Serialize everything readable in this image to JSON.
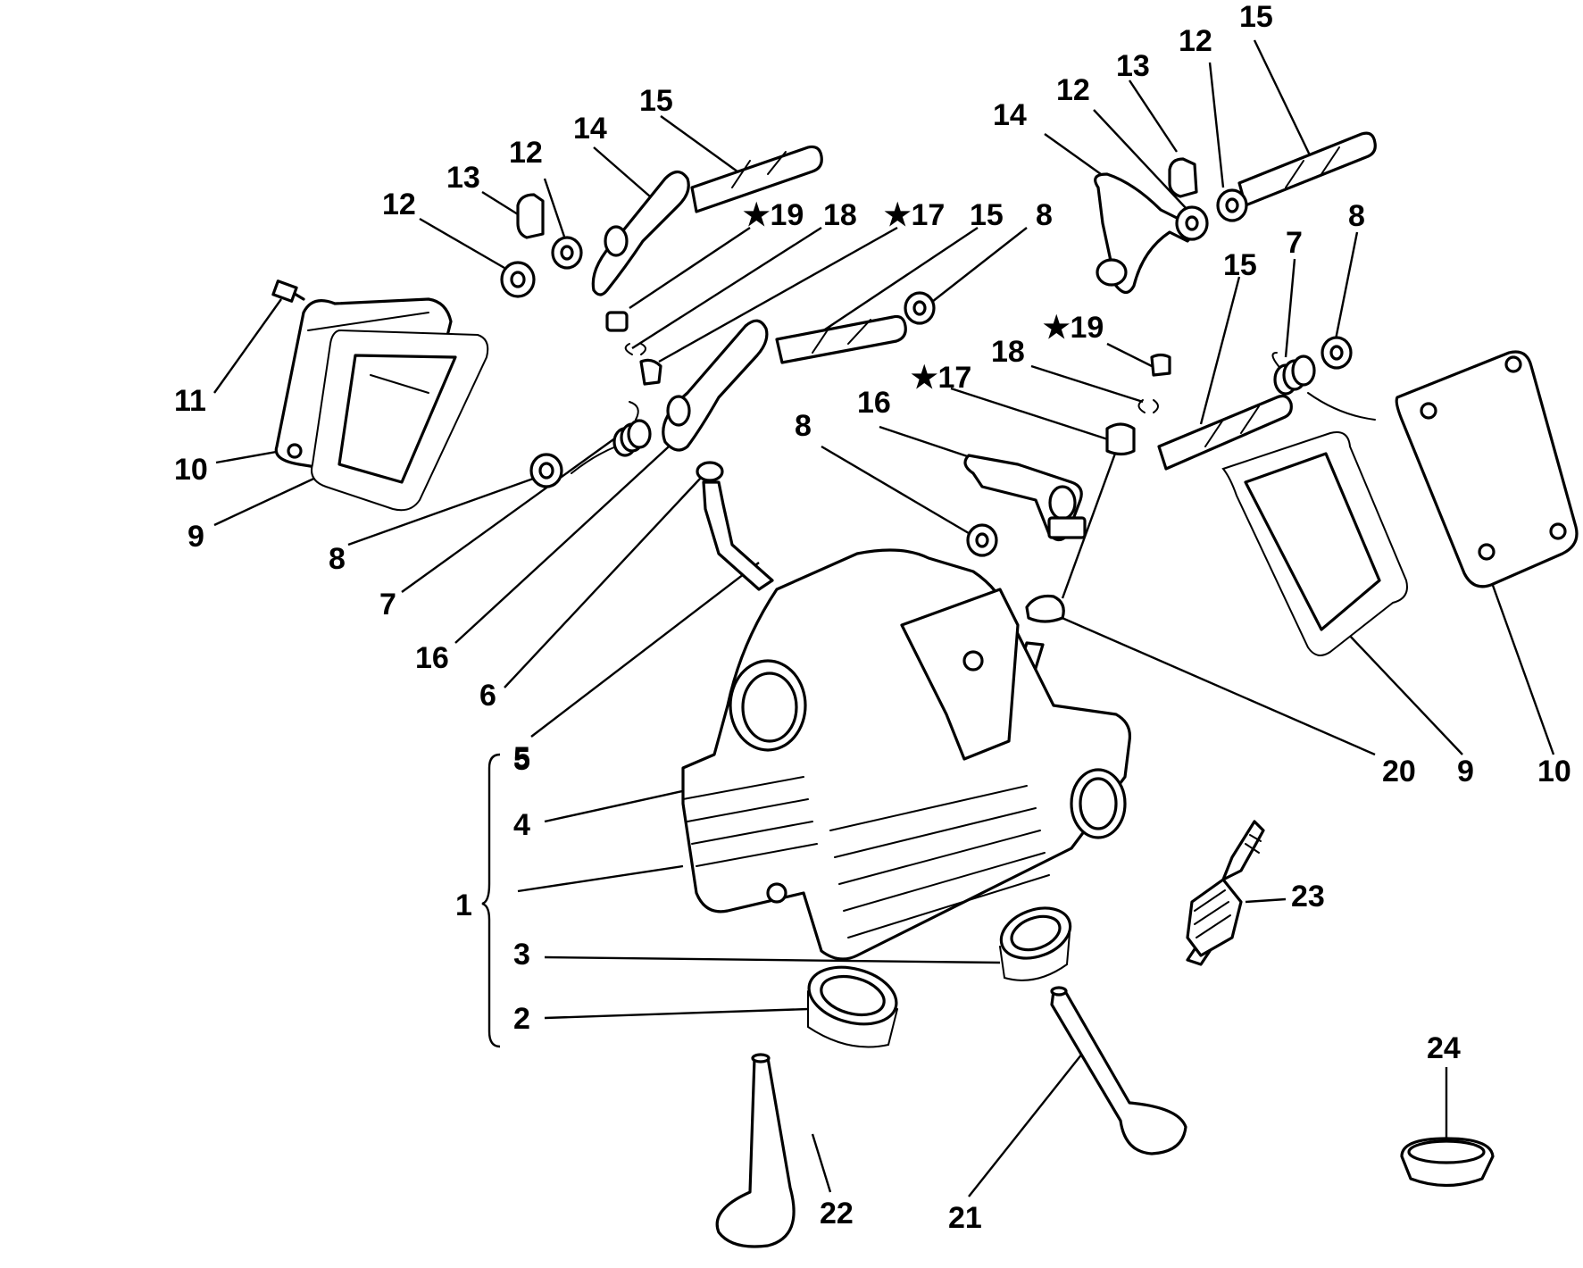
{
  "diagram": {
    "callouts": [
      {
        "id": "c12a",
        "text": "12"
      },
      {
        "id": "c13a",
        "text": "13"
      },
      {
        "id": "c12b",
        "text": "12"
      },
      {
        "id": "c14a",
        "text": "14"
      },
      {
        "id": "c15a",
        "text": "15"
      },
      {
        "id": "c19a",
        "text": "★19"
      },
      {
        "id": "c18a",
        "text": "18"
      },
      {
        "id": "c17a",
        "text": "★17"
      },
      {
        "id": "c15b",
        "text": "15"
      },
      {
        "id": "c8a",
        "text": "8"
      },
      {
        "id": "c11a",
        "text": "11"
      },
      {
        "id": "c10a",
        "text": "10"
      },
      {
        "id": "c9a",
        "text": "9"
      },
      {
        "id": "c8b",
        "text": "8"
      },
      {
        "id": "c7a",
        "text": "7"
      },
      {
        "id": "c16a",
        "text": "16"
      },
      {
        "id": "c6",
        "text": "6"
      },
      {
        "id": "c5a",
        "text": "5"
      },
      {
        "id": "c14b",
        "text": "14"
      },
      {
        "id": "c12c",
        "text": "12"
      },
      {
        "id": "c13b",
        "text": "13"
      },
      {
        "id": "c12d",
        "text": "12"
      },
      {
        "id": "c15c",
        "text": "15"
      },
      {
        "id": "c15d",
        "text": "15"
      },
      {
        "id": "c7b",
        "text": "7"
      },
      {
        "id": "c8c",
        "text": "8"
      },
      {
        "id": "c19b",
        "text": "★19"
      },
      {
        "id": "c18b",
        "text": "18"
      },
      {
        "id": "c17b",
        "text": "★17"
      },
      {
        "id": "c16b",
        "text": "16"
      },
      {
        "id": "c8d",
        "text": "8"
      },
      {
        "id": "c20",
        "text": "20"
      },
      {
        "id": "c9b",
        "text": "9"
      },
      {
        "id": "c10b",
        "text": "10"
      },
      {
        "id": "c5b",
        "text": "5"
      },
      {
        "id": "c4",
        "text": "4"
      },
      {
        "id": "c1",
        "text": "1"
      },
      {
        "id": "c3",
        "text": "3"
      },
      {
        "id": "c2",
        "text": "2"
      },
      {
        "id": "c23",
        "text": "23"
      },
      {
        "id": "c24",
        "text": "24"
      },
      {
        "id": "c22",
        "text": "22"
      },
      {
        "id": "c21",
        "text": "21"
      }
    ]
  }
}
